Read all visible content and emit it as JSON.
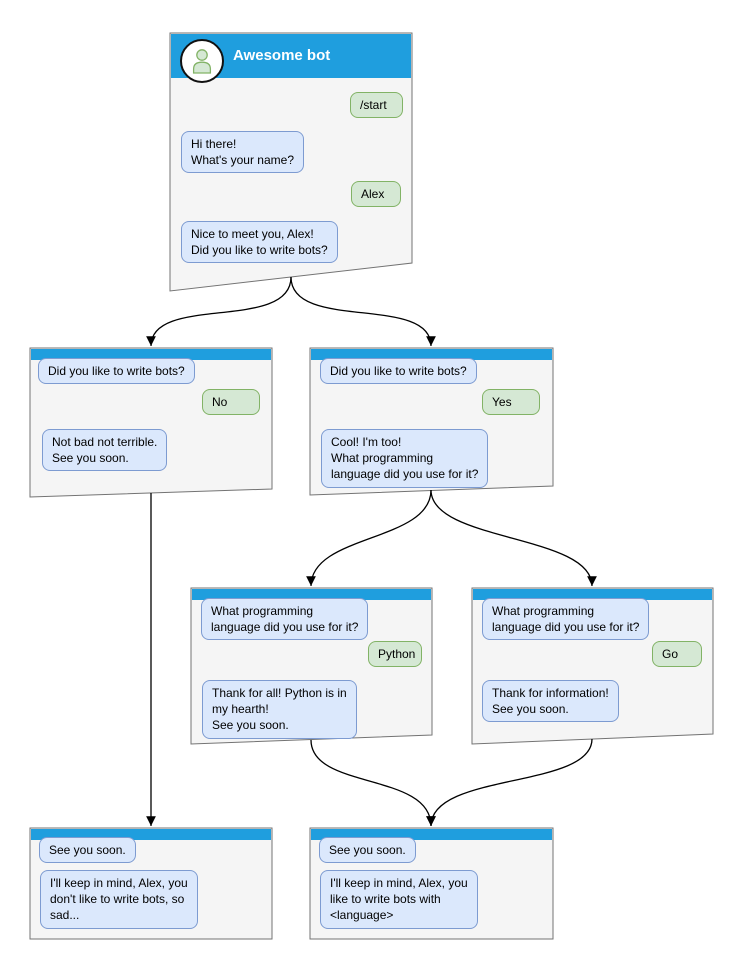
{
  "diagram": {
    "bot_title": "Awesome bot",
    "colors": {
      "header_blue": "#1f9ede",
      "window_fill": "#f5f5f5",
      "window_border": "#737373",
      "bot_bubble_fill": "#dbe8fc",
      "bot_bubble_border": "#7d9bd1",
      "user_bubble_fill": "#d5e8d4",
      "user_bubble_border": "#82b366",
      "arrow": "#000000"
    },
    "windows": [
      {
        "id": "main",
        "title": "Awesome bot",
        "messages": [
          {
            "from": "user",
            "text": "/start"
          },
          {
            "from": "bot",
            "text": "Hi there!\nWhat's your name?"
          },
          {
            "from": "user",
            "text": "Alex"
          },
          {
            "from": "bot",
            "text": "Nice to meet you, Alex!\nDid you like to write bots?"
          }
        ]
      },
      {
        "id": "branch-no",
        "messages": [
          {
            "from": "bot",
            "text": "Did you like to write bots?"
          },
          {
            "from": "user",
            "text": "No"
          },
          {
            "from": "bot",
            "text": "Not bad not terrible.\nSee you soon."
          }
        ]
      },
      {
        "id": "branch-yes",
        "messages": [
          {
            "from": "bot",
            "text": "Did you like to write bots?"
          },
          {
            "from": "user",
            "text": "Yes"
          },
          {
            "from": "bot",
            "text": "Cool! I'm too!\nWhat programming\nlanguage did you use for it?"
          }
        ]
      },
      {
        "id": "branch-python",
        "messages": [
          {
            "from": "bot",
            "text": "What programming\nlanguage did you use for it?"
          },
          {
            "from": "user",
            "text": "Python"
          },
          {
            "from": "bot",
            "text": "Thank for all! Python is in\nmy hearth!\nSee you soon."
          }
        ]
      },
      {
        "id": "branch-go",
        "messages": [
          {
            "from": "bot",
            "text": "What programming\nlanguage did you use for it?"
          },
          {
            "from": "user",
            "text": "Go"
          },
          {
            "from": "bot",
            "text": "Thank for information!\nSee you soon."
          }
        ]
      },
      {
        "id": "end-no",
        "messages": [
          {
            "from": "bot",
            "text": "See you soon."
          },
          {
            "from": "bot",
            "text": "I'll keep in mind, Alex, you\ndon't like to write bots, so\nsad..."
          }
        ]
      },
      {
        "id": "end-yes",
        "messages": [
          {
            "from": "bot",
            "text": "See you soon."
          },
          {
            "from": "bot",
            "text": "I'll keep in mind, Alex, you\nlike to write bots with\n<language>"
          }
        ]
      }
    ],
    "edges": [
      {
        "from": "main",
        "to": "branch-no"
      },
      {
        "from": "main",
        "to": "branch-yes"
      },
      {
        "from": "branch-yes",
        "to": "branch-python"
      },
      {
        "from": "branch-yes",
        "to": "branch-go"
      },
      {
        "from": "branch-no",
        "to": "end-no"
      },
      {
        "from": "branch-python",
        "to": "end-yes"
      },
      {
        "from": "branch-go",
        "to": "end-yes"
      }
    ]
  }
}
